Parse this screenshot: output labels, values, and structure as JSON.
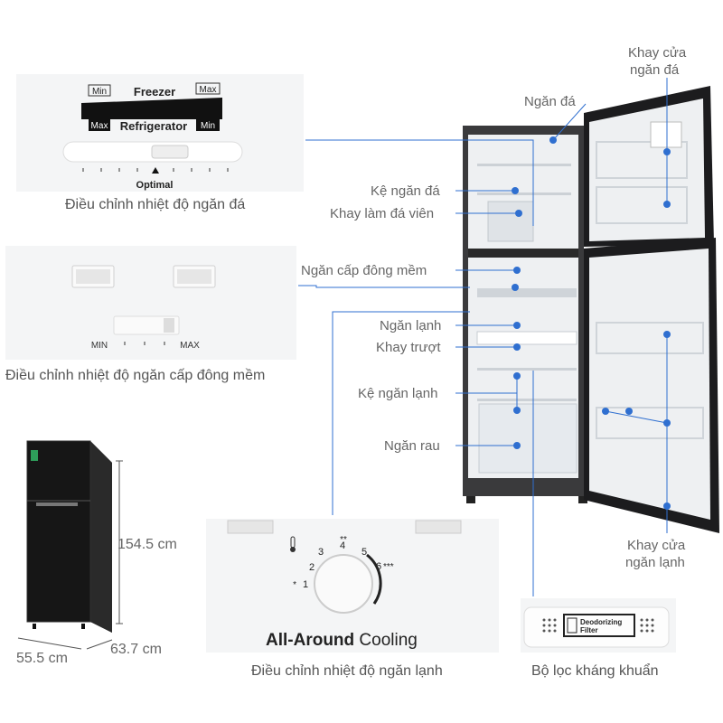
{
  "freezer_dial": {
    "freezer": "Freezer",
    "refrigerator": "Refrigerator",
    "min_top": "Min",
    "max_top": "Max",
    "max_bottom": "Max",
    "min_bottom": "Min",
    "optimal": "Optimal",
    "caption": "Điều chỉnh nhiệt độ ngăn đá"
  },
  "soft_freeze": {
    "min": "MIN",
    "max": "MAX",
    "caption": "Điều chỉnh nhiệt độ ngăn cấp đông mềm"
  },
  "fridge_dial": {
    "title_bold": "All-Around",
    "title_rest": " Cooling",
    "numbers": [
      "1",
      "2",
      "3",
      "4",
      "5",
      "6"
    ],
    "stars_top": "**",
    "stars_right": "***",
    "stars_left": "*",
    "caption": "Điều chỉnh nhiệt độ ngăn lạnh"
  },
  "filter": {
    "label_line1": "Deodorizing",
    "label_line2": "Filter",
    "caption": "Bộ lọc kháng khuẩn"
  },
  "dimensions": {
    "height": "154.5 cm",
    "width": "55.5 cm",
    "depth": "63.7 cm"
  },
  "parts": {
    "ngan_da": "Ngăn đá",
    "khay_cua_ngan_da_1": "Khay cửa",
    "khay_cua_ngan_da_2": "ngăn đá",
    "ke_ngan_da": "Kệ ngăn đá",
    "khay_lam_da": "Khay làm đá viên",
    "ngan_cap_dong": "Ngăn cấp đông mềm",
    "ngan_lanh": "Ngăn lạnh",
    "khay_truot": "Khay trượt",
    "ke_ngan_lanh": "Kệ ngăn lạnh",
    "ngan_rau": "Ngăn rau",
    "khay_cua_ngan_lanh_1": "Khay cửa",
    "khay_cua_ngan_lanh_2": "ngăn lạnh"
  },
  "colors": {
    "marker": "#2f6fd0",
    "line": "#2f6fd0",
    "fridge_body": "#1c1c1e",
    "interior": "#eef0f2"
  }
}
